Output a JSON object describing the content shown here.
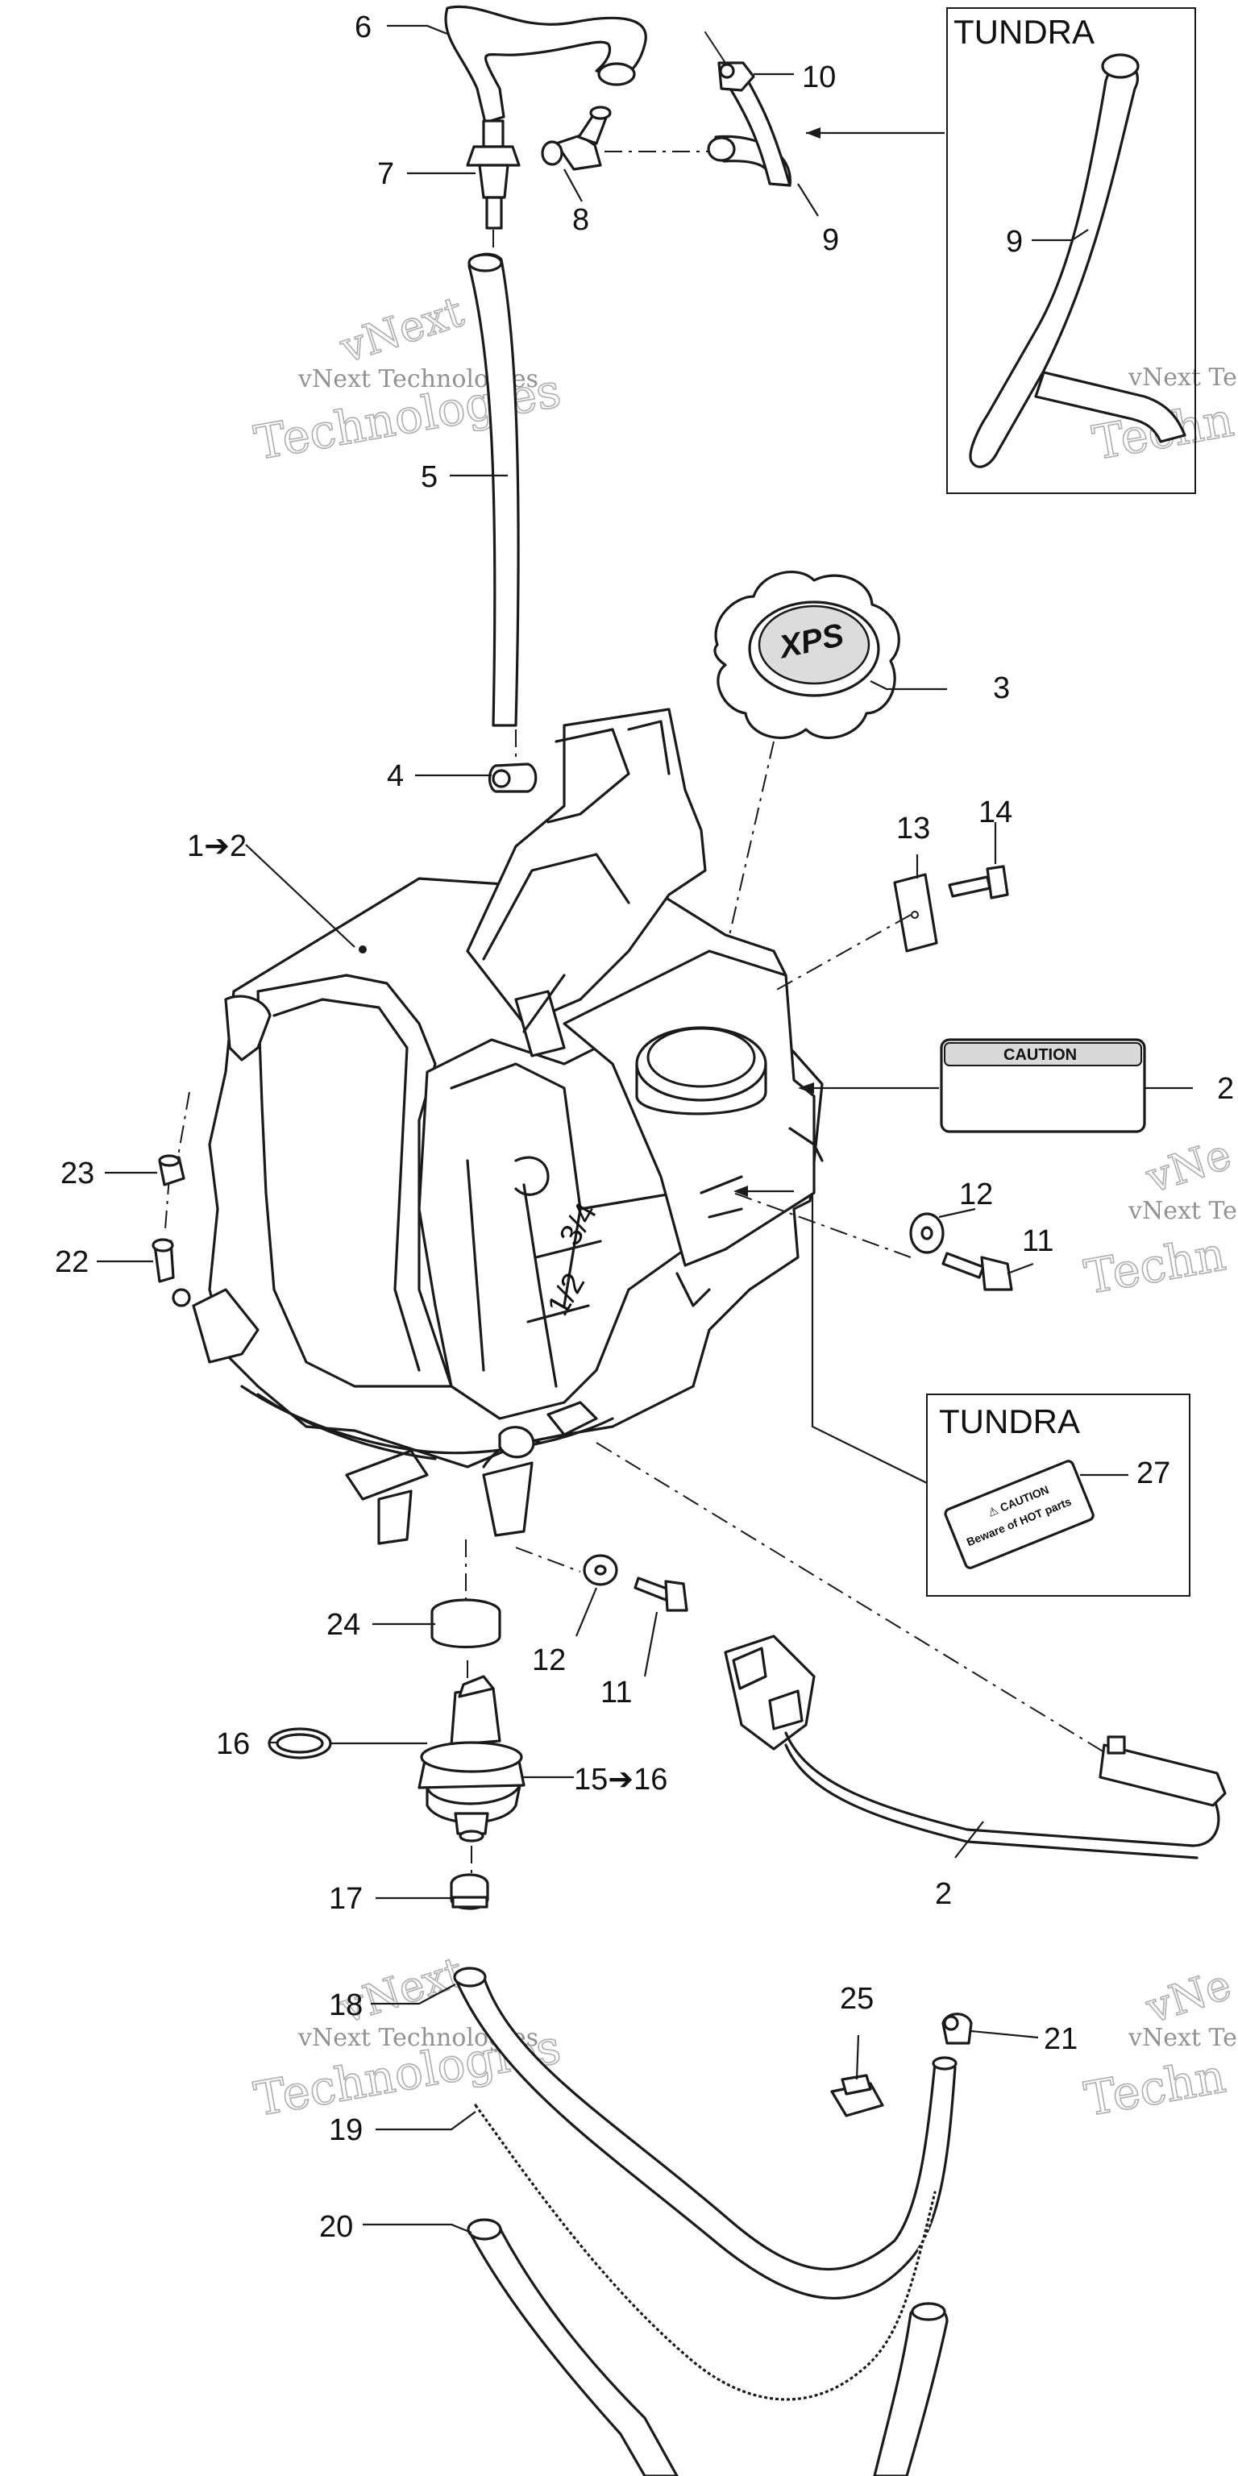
{
  "callouts": [
    {
      "id": "c1",
      "text": "1➔2"
    },
    {
      "id": "c2a",
      "text": "2"
    },
    {
      "id": "c2b",
      "text": "2"
    },
    {
      "id": "c3",
      "text": "3"
    },
    {
      "id": "c4",
      "text": "4"
    },
    {
      "id": "c5",
      "text": "5"
    },
    {
      "id": "c6",
      "text": "6"
    },
    {
      "id": "c7",
      "text": "7"
    },
    {
      "id": "c8",
      "text": "8"
    },
    {
      "id": "c9a",
      "text": "9"
    },
    {
      "id": "c9b",
      "text": "9"
    },
    {
      "id": "c10",
      "text": "10"
    },
    {
      "id": "c11a",
      "text": "11"
    },
    {
      "id": "c11b",
      "text": "11"
    },
    {
      "id": "c12a",
      "text": "12"
    },
    {
      "id": "c12b",
      "text": "12"
    },
    {
      "id": "c13",
      "text": "13"
    },
    {
      "id": "c14",
      "text": "14"
    },
    {
      "id": "c15",
      "text": "15➔16"
    },
    {
      "id": "c16",
      "text": "16"
    },
    {
      "id": "c17",
      "text": "17"
    },
    {
      "id": "c18",
      "text": "18"
    },
    {
      "id": "c19",
      "text": "19"
    },
    {
      "id": "c20",
      "text": "20"
    },
    {
      "id": "c21",
      "text": "21"
    },
    {
      "id": "c22",
      "text": "22"
    },
    {
      "id": "c23",
      "text": "23"
    },
    {
      "id": "c24",
      "text": "24"
    },
    {
      "id": "c25",
      "text": "25"
    },
    {
      "id": "c27",
      "text": "27"
    }
  ],
  "detail_boxes": {
    "top": {
      "title": "TUNDRA"
    },
    "bottom": {
      "title": "TUNDRA"
    }
  },
  "decals": {
    "caution": "CAUTION",
    "cap_logo": "XPS",
    "tundra_decal_line1": "⚠ CAUTION",
    "tundra_decal_line2": "Beware of HOT parts"
  },
  "oil_level_marks": {
    "upper": "3/4",
    "lower": "1/2"
  },
  "watermark": {
    "line1": "vNext",
    "line2": "vNext Technologies",
    "line3": "Technologies",
    "fragment1": "vNext Te",
    "fragment2": "Techn",
    "fragment3": "vNe"
  }
}
